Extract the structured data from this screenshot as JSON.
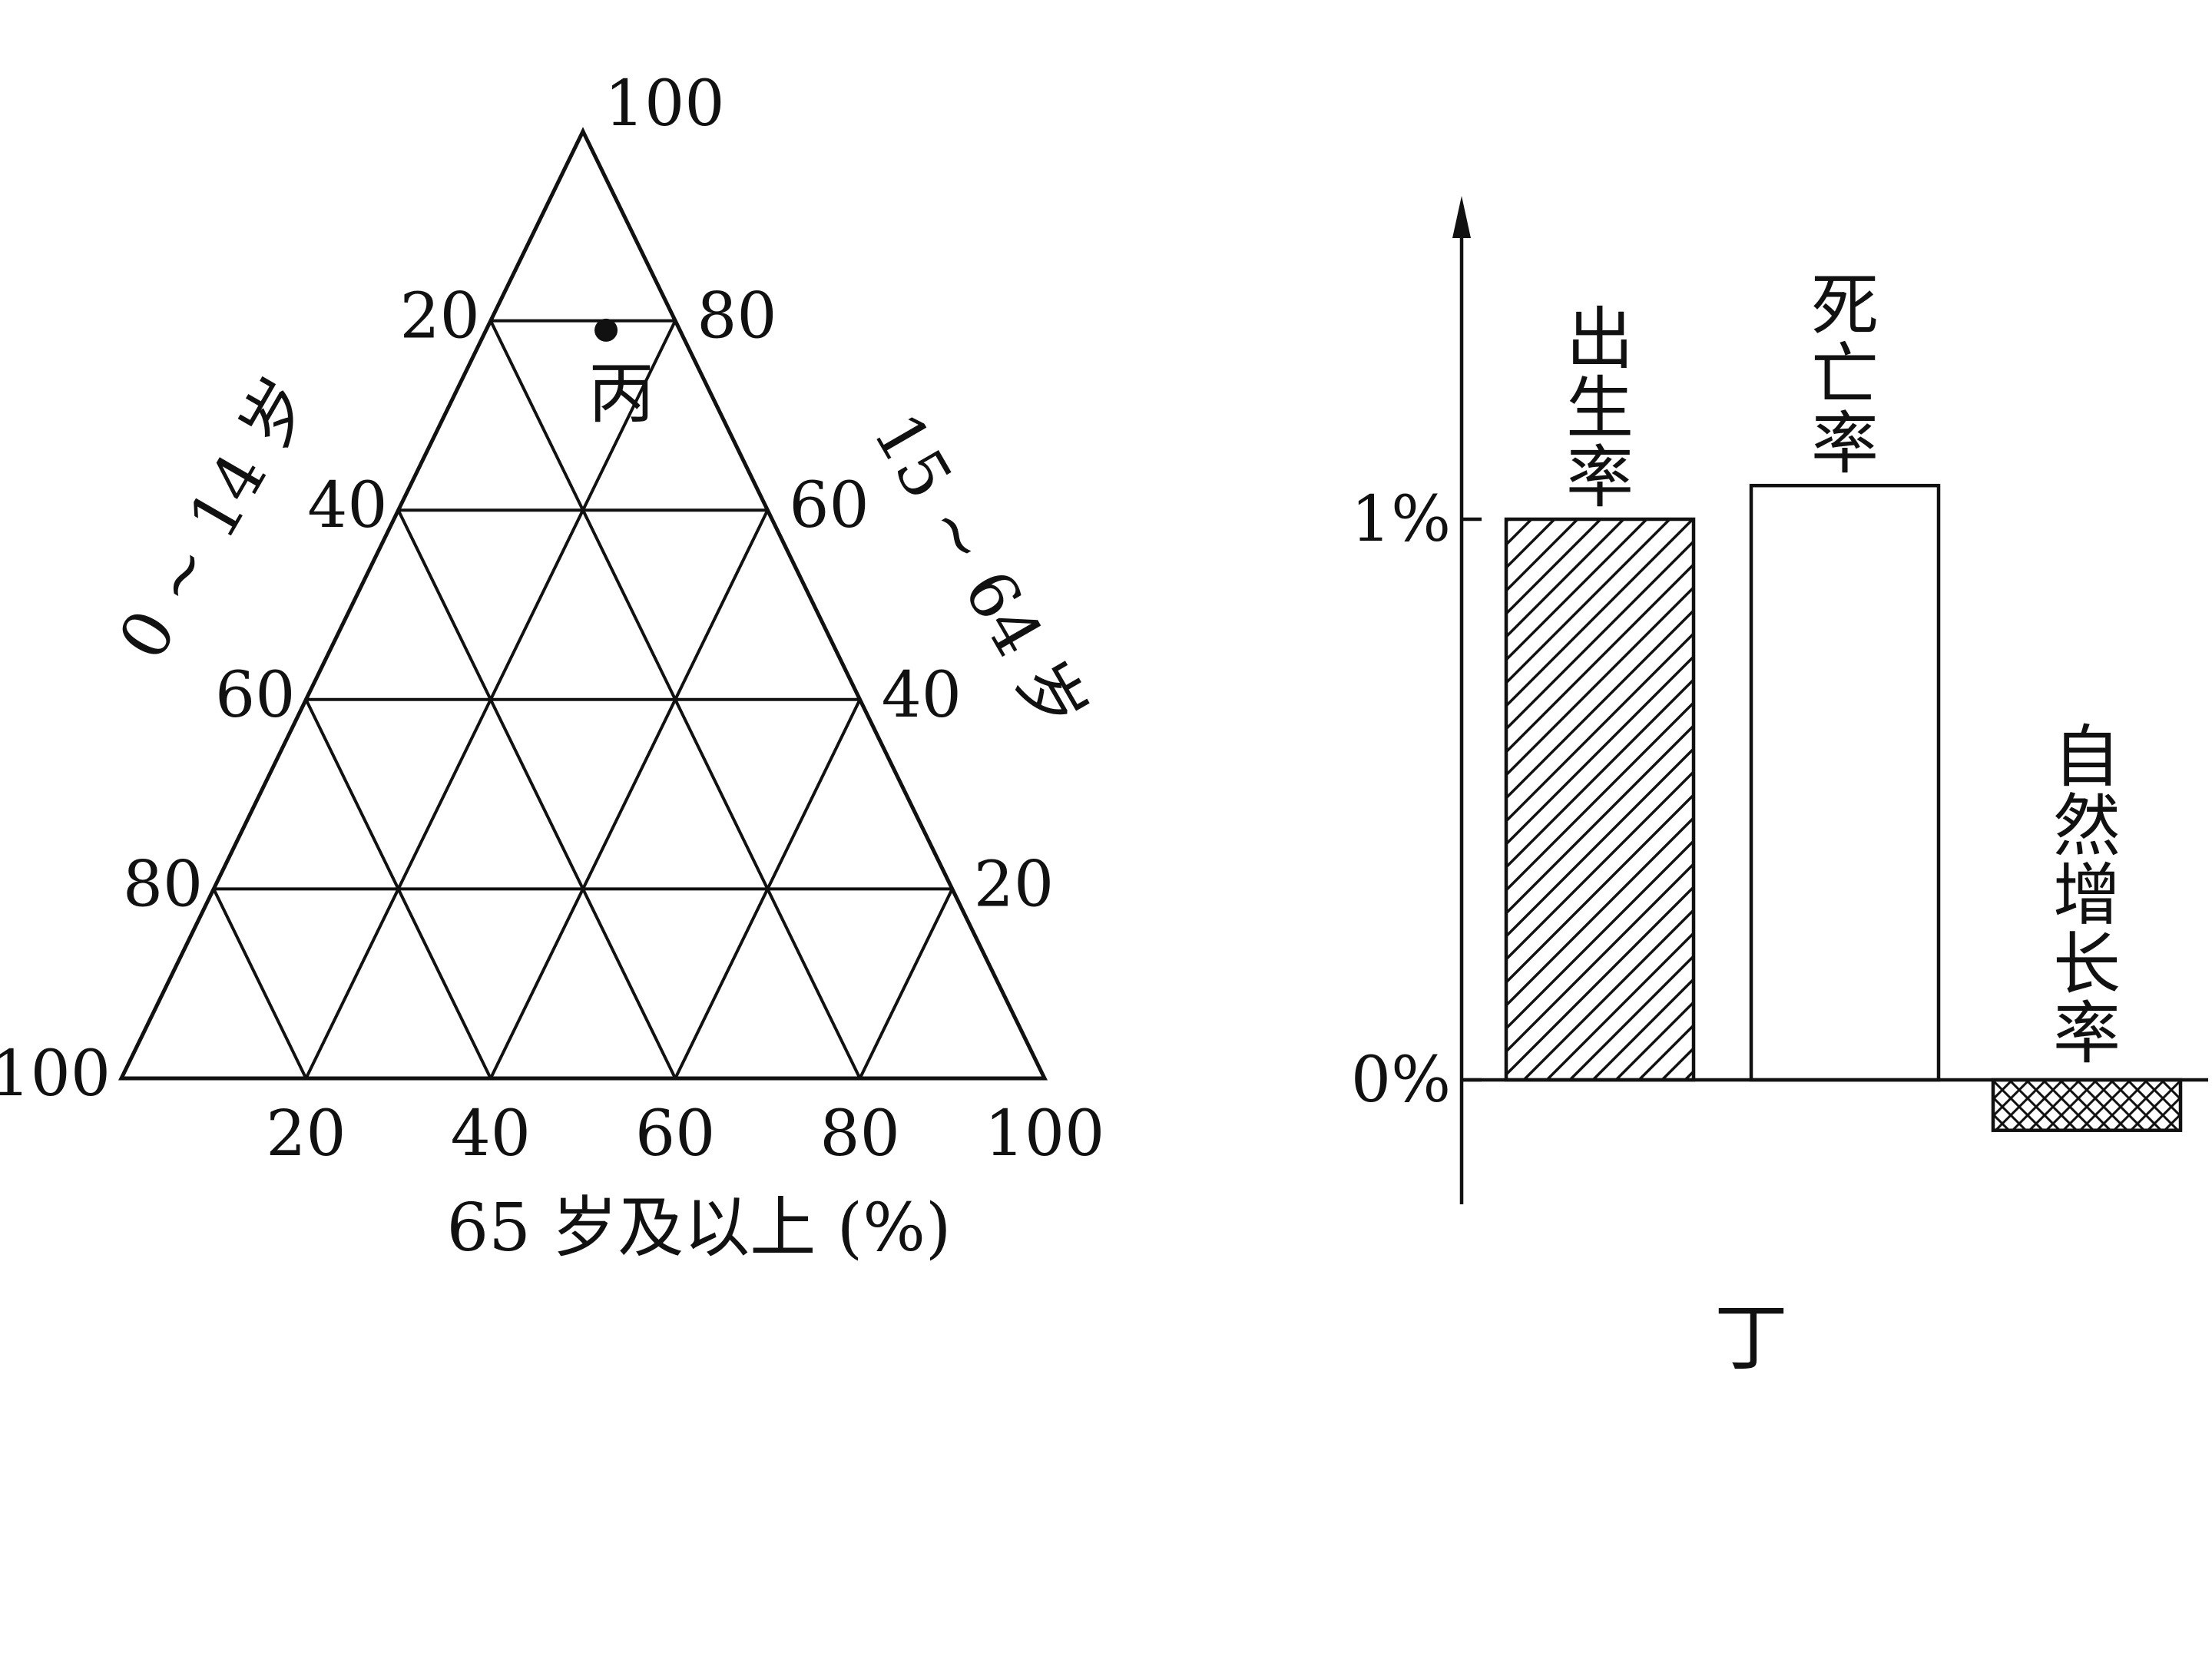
{
  "chart_data": [
    {
      "type": "ternary",
      "axes": {
        "bottom": {
          "label": "65 岁及以上 (%)",
          "ticks": [
            "20",
            "40",
            "60",
            "80",
            "100"
          ]
        },
        "left": {
          "label": "0 ~ 14 岁",
          "ticks": [
            "20",
            "40",
            "60",
            "80",
            "100"
          ]
        },
        "right": {
          "label": "15 ~ 64 岁",
          "ticks": [
            "100",
            "80",
            "60",
            "40",
            "20"
          ]
        }
      },
      "points": [
        {
          "label": "丙",
          "age_0_14": 8,
          "age_15_64": 79,
          "age_65_plus": 13
        }
      ]
    },
    {
      "type": "bar",
      "title": "丁",
      "categories": [
        "出生率",
        "死亡率",
        "自然增长率"
      ],
      "values": [
        1.0,
        1.06,
        -0.09
      ],
      "ylim": [
        -0.2,
        1.6
      ],
      "yticks": [
        {
          "value": 0,
          "label": "0%"
        },
        {
          "value": 1,
          "label": "1%"
        }
      ],
      "fills": [
        "diagonal-hatch",
        "none",
        "cross-hatch"
      ],
      "colors": {
        "line": "#111111",
        "background": "#ffffff"
      }
    }
  ]
}
